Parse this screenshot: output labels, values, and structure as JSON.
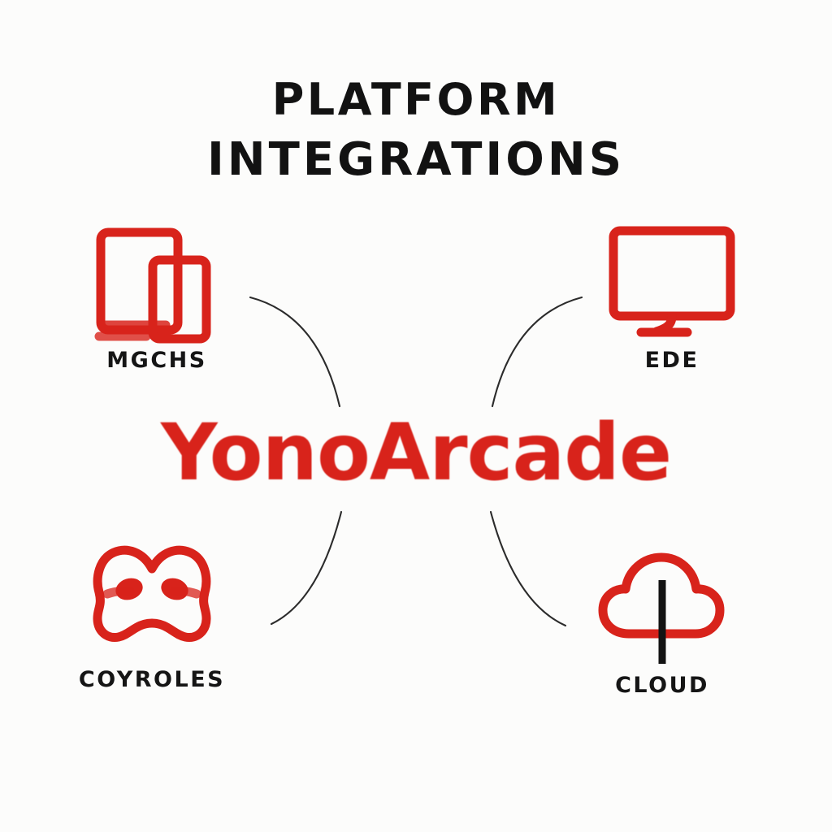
{
  "meta": {
    "background_color": "#fcfcfb",
    "accent_color": "#d8231b",
    "text_color": "#131313"
  },
  "title": {
    "line1": "PLATFORM",
    "line2": "INTEGRATIONS"
  },
  "brand": {
    "name": "YonoArcade"
  },
  "nodes": [
    {
      "id": "devices",
      "label": "MGCHS",
      "icon": "devices-tablet-phone-icon",
      "position": "top-left",
      "color": "#d8231b"
    },
    {
      "id": "desktop",
      "label": "EDE",
      "icon": "desktop-monitor-icon",
      "position": "top-right",
      "color": "#d8231b"
    },
    {
      "id": "controller",
      "label": "COYROLES",
      "icon": "game-controller-icon",
      "position": "bottom-left",
      "color": "#d8231b"
    },
    {
      "id": "cloud",
      "label": "CLOUD",
      "icon": "cloud-upload-icon",
      "position": "bottom-right",
      "color": "#d8231b"
    }
  ],
  "connectors": [
    {
      "id": "connector-devices",
      "from": "devices",
      "to": "brand"
    },
    {
      "id": "connector-desktop",
      "from": "desktop",
      "to": "brand"
    },
    {
      "id": "connector-controller",
      "from": "controller",
      "to": "brand"
    },
    {
      "id": "connector-cloud",
      "from": "cloud",
      "to": "brand"
    }
  ]
}
